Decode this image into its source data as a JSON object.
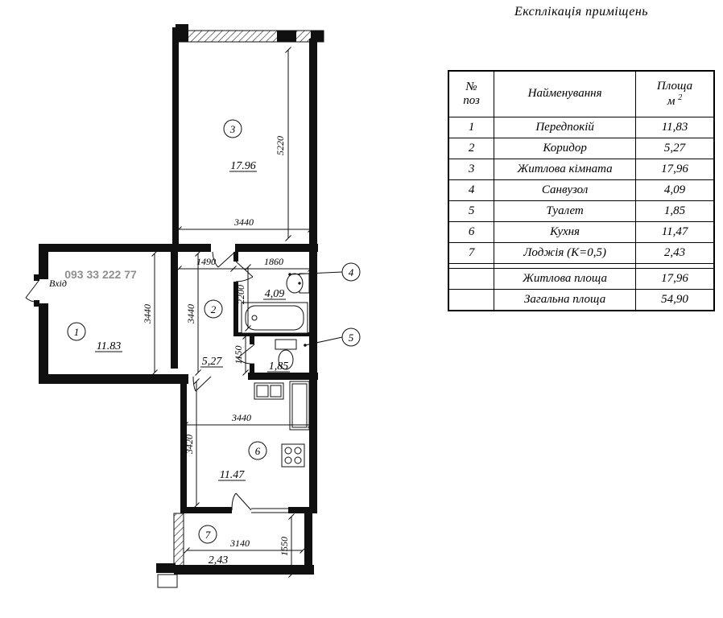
{
  "title": "Експлікація приміщень",
  "table": {
    "header": {
      "num_line1": "№",
      "num_line2": "поз",
      "name": "Найменування",
      "area_line1": "Площа",
      "area_unit": "м",
      "area_sup": "2"
    },
    "rows": [
      {
        "num": "1",
        "name": "Передпокій",
        "area": "11,83"
      },
      {
        "num": "2",
        "name": "Коридор",
        "area": "5,27"
      },
      {
        "num": "3",
        "name": "Житлова кімната",
        "area": "17,96"
      },
      {
        "num": "4",
        "name": "Санвузол",
        "area": "4,09"
      },
      {
        "num": "5",
        "name": "Туалет",
        "area": "1,85"
      },
      {
        "num": "6",
        "name": "Кухня",
        "area": "11,47"
      },
      {
        "num": "7",
        "name": "Лоджія (К=0,5)",
        "area": "2,43"
      }
    ],
    "summary": [
      {
        "name": "Житлова площа",
        "area": "17,96"
      },
      {
        "name": "Загальна площа",
        "area": "54,90"
      }
    ]
  },
  "plan": {
    "phone": "093 33 222 77",
    "entrance": "Вхід",
    "rooms": {
      "r1": {
        "num": "1",
        "area": "11.83"
      },
      "r2": {
        "num": "2",
        "area": "5,27"
      },
      "r3": {
        "num": "3",
        "area": "17.96"
      },
      "r4": {
        "num": "4",
        "area": "4,09"
      },
      "r5": {
        "num": "5",
        "area": "1,85"
      },
      "r6": {
        "num": "6",
        "area": "11.47"
      },
      "r7": {
        "num": "7",
        "area": "2,43"
      }
    },
    "dims": {
      "room3_height": "5220",
      "room3_width": "3440",
      "corr_width": "1490",
      "bath_width": "1860",
      "room1_height": "3440",
      "corr_height": "3440",
      "bath_height": "2200",
      "wc_height": "1150",
      "kitchen_width": "3440",
      "kitchen_height": "3420",
      "loggia_width": "3140",
      "loggia_height": "1550"
    }
  }
}
